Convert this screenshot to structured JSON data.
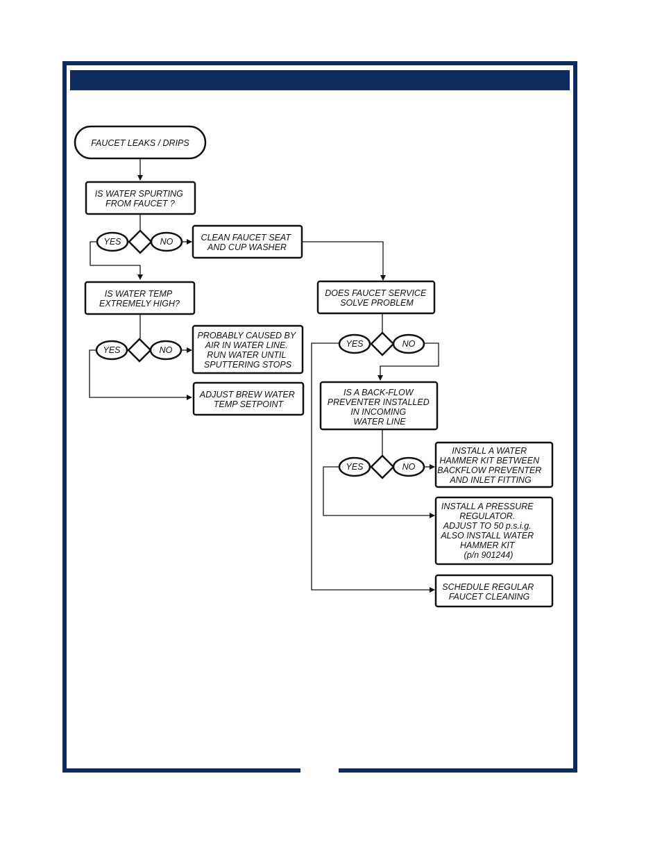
{
  "colors": {
    "frame": "#0d2b5c",
    "header_bar": "#0d2b5c",
    "box_stroke": "#111111",
    "line": "#111111",
    "background": "#ffffff"
  },
  "header": {
    "title": ""
  },
  "nodes": {
    "start": {
      "lines": [
        "FAUCET LEAKS / DRIPS"
      ]
    },
    "q_spurting": {
      "lines": [
        "IS WATER SPURTING",
        "FROM FAUCET ?"
      ]
    },
    "clean_seat": {
      "lines": [
        "CLEAN FAUCET SEAT",
        "AND CUP WASHER"
      ]
    },
    "q_temp_high": {
      "lines": [
        "IS WATER TEMP",
        "EXTREMELY HIGH?"
      ]
    },
    "q_service_solve": {
      "lines": [
        "DOES FAUCET SERVICE",
        "SOLVE PROBLEM"
      ]
    },
    "air_in_line": {
      "lines": [
        "PROBABLY CAUSED BY",
        "AIR IN WATER LINE.",
        "RUN WATER UNTIL",
        "SPUTTERING STOPS"
      ]
    },
    "adjust_temp": {
      "lines": [
        "ADJUST BREW WATER",
        "TEMP SETPOINT"
      ]
    },
    "q_backflow": {
      "lines": [
        "IS A BACK-FLOW",
        "PREVENTER INSTALLED",
        "IN INCOMING",
        "WATER LINE"
      ]
    },
    "hammer_kit": {
      "lines": [
        "INSTALL A WATER",
        "HAMMER KIT BETWEEN",
        "BACKFLOW PREVENTER",
        "AND INLET FITTING"
      ]
    },
    "pressure_reg": {
      "lines": [
        "INSTALL A PRESSURE",
        "REGULATOR.",
        "ADJUST TO 50 p.s.i.g.",
        "ALSO INSTALL WATER",
        "HAMMER KIT",
        "(p/n 901244)"
      ]
    },
    "schedule_cleaning": {
      "lines": [
        "SCHEDULE REGULAR",
        "FAUCET CLEANING"
      ]
    }
  },
  "decisions": {
    "d1": {
      "yes": "YES",
      "no": "NO"
    },
    "d2": {
      "yes": "YES",
      "no": "NO"
    },
    "d3": {
      "yes": "YES",
      "no": "NO"
    },
    "d4": {
      "yes": "YES",
      "no": "NO"
    }
  }
}
